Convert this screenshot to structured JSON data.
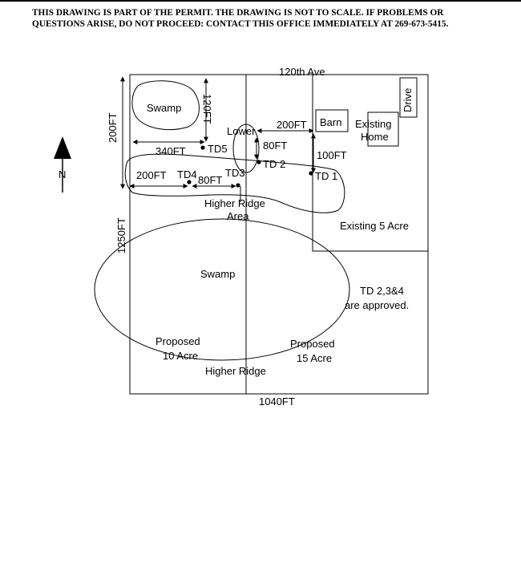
{
  "notice": {
    "line1": "THIS DRAWING IS PART OF THE PERMIT.  THE DRAWING IS NOT TO SCALE.  IF PROBLEMS OR",
    "line2": "QUESTIONS ARISE, DO NOT PROCEED: CONTACT THIS OFFICE IMMEDIATELY AT 269-673-5415."
  },
  "diagram": {
    "road": "120th Ave",
    "drive": "Drive",
    "barn": "Barn",
    "home_line1": "Existing",
    "home_line2": "Home",
    "swamp_small": "Swamp",
    "swamp_large": "Swamp",
    "lower": "Lower",
    "higher_ridge_area_line1": "Higher Ridge",
    "higher_ridge_area_line2": "Area",
    "existing_5_acre": "Existing 5 Acre",
    "approval_line1": "TD 2,3&4",
    "approval_line2": "are approved.",
    "proposed_10_line1": "Proposed",
    "proposed_10_line2": "10 Acre",
    "proposed_15_line1": "Proposed",
    "proposed_15_line2": "15 Acre",
    "higher_ridge": "Higher Ridge",
    "north": "N",
    "test_holes": {
      "td1": "TD 1",
      "td2": "TD 2",
      "td3": "TD3",
      "td4": "TD4",
      "td5": "TD5"
    },
    "dimensions": {
      "d120": "120FT",
      "d200_left": "200FT",
      "d340": "340FT",
      "d200_lower": "200FT",
      "d80_vertical": "80FT",
      "d200_barn": "200FT",
      "d100": "100FT",
      "d80_horizontal": "80FT",
      "d1250": "1250FT",
      "d1040": "1040FT"
    }
  }
}
